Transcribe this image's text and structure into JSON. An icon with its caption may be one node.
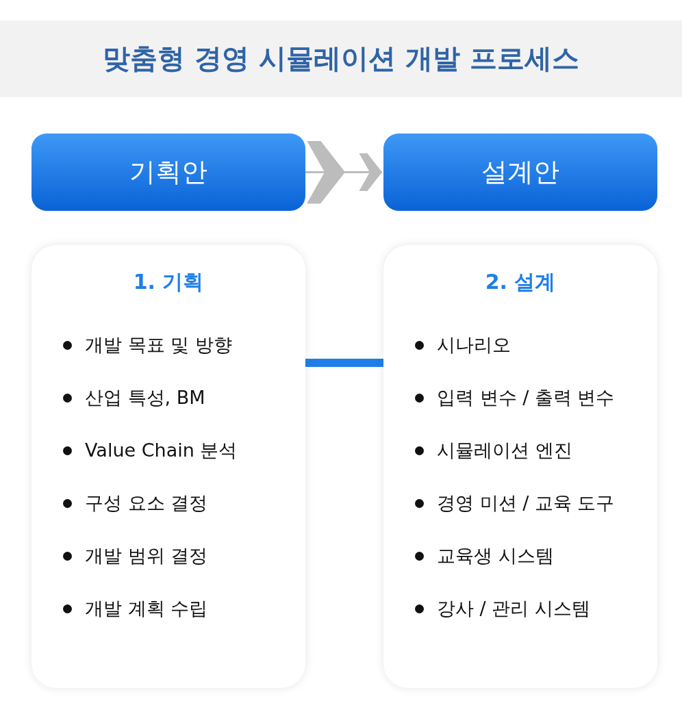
{
  "diagram": {
    "title": "맞춤형 경영 시뮬레이션 개발 프로세스",
    "nodes": [
      {
        "text": [
          "기획안"
        ]
      },
      {
        "text": [
          "설계안"
        ]
      },
      {
        "text": [
          "1. 기획",
          "개발 목표 및 방향",
          "산업 특성, BM",
          "Value Chain 분석",
          "구성 요소 결정",
          "개발 범위 결정",
          "개발 계획 수립"
        ]
      },
      {
        "text": [
          "2. 설계",
          "시나리오",
          "입력 변수 / 출력 변수",
          "시뮬레이션 엔진",
          "경영 미션 / 교육 도구",
          "교육생 시스템",
          "강사 / 관리 시스템"
        ]
      }
    ],
    "edges": [
      {
        "from": 0,
        "to": 1,
        "arrow": "to"
      },
      {
        "from": 2,
        "to": 3,
        "arrow": "none",
        "style": "thick",
        "color": "#1f7fe8"
      }
    ]
  }
}
